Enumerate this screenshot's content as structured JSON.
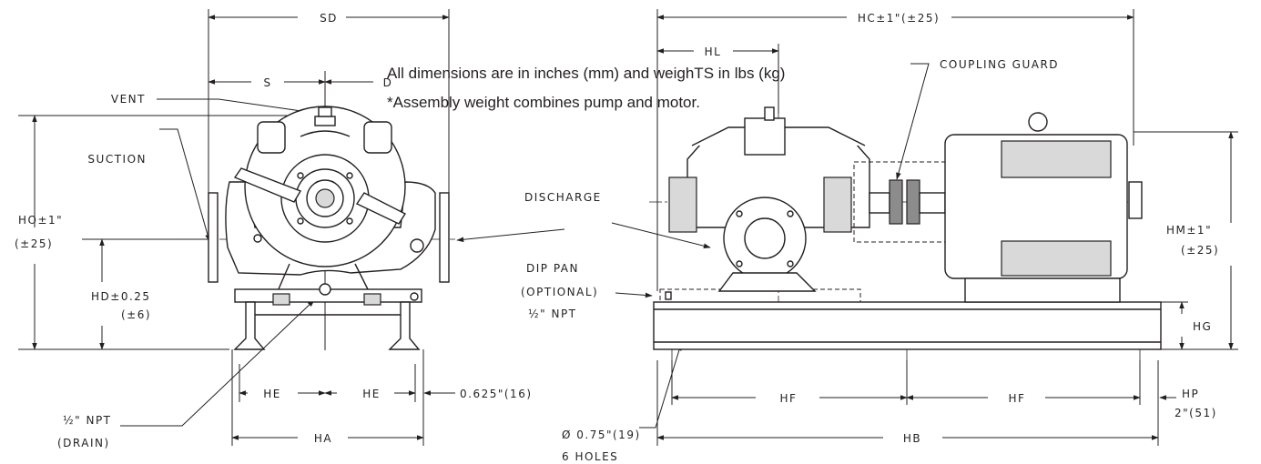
{
  "notes": {
    "line1": "All dimensions are in inches (mm) and weighTS in lbs (kg)",
    "line2": "*Assembly weight combines pump and motor."
  },
  "labels": {
    "sd": "SD",
    "s": "S",
    "d": "D",
    "vent": "VENT",
    "suction": "SUCTION",
    "ho": "HO±1\"",
    "ho_mm": "(±25)",
    "hd": "HD±0.25",
    "hd_mm": "(±6)",
    "he_left": "HE",
    "he_right": "HE",
    "he_offset": "0.625\"(16)",
    "ha": "HA",
    "drain_npt": "½\" NPT",
    "drain": "(DRAIN)",
    "hc": "HC±1\"(±25)",
    "hl": "HL",
    "coupling_guard": "COUPLING GUARD",
    "discharge": "DISCHARGE",
    "drip_pan": "DIP PAN",
    "optional": "(OPTIONAL)",
    "drip_npt": "½\" NPT",
    "hm": "HM±1\"",
    "hm_mm": "(±25)",
    "hg": "HG",
    "hf_left": "HF",
    "hf_right": "HF",
    "hp": "HP",
    "hp_value": "2\"(51)",
    "hole_dia": "Ø 0.75\"(19)",
    "holes": "6 HOLES",
    "hb": "HB"
  }
}
